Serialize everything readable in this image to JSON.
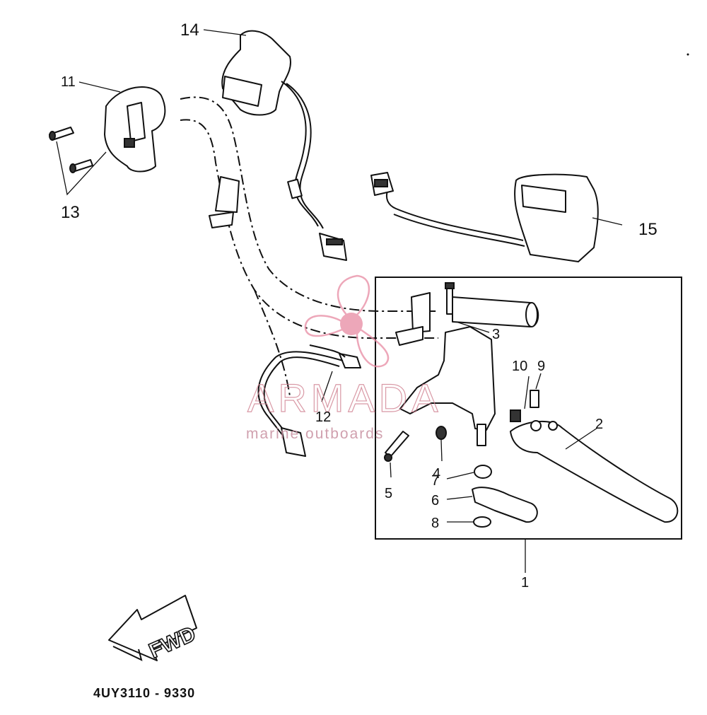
{
  "callouts": {
    "c1": "1",
    "c2": "2",
    "c3": "3",
    "c4": "4",
    "c5": "5",
    "c6": "6",
    "c7": "7",
    "c8": "8",
    "c9": "9",
    "c10": "10",
    "c11": "11",
    "c12": "12",
    "c13": "13",
    "c14": "14",
    "c15": "15"
  },
  "fwd_label": "FWD",
  "diagram_code": "4UY3110 - 9330",
  "watermark": {
    "brand": "ARMADA",
    "tagline": "marine outboards",
    "color": "#d08090"
  }
}
